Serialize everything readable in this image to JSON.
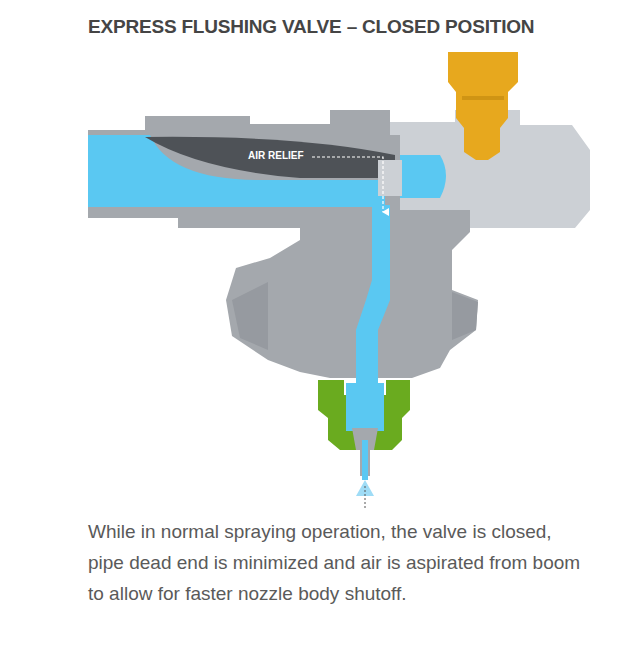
{
  "diagram": {
    "title": "EXPRESS FLUSHING VALVE – CLOSED POSITION",
    "caption": "While in normal spraying operation, the valve is closed, pipe dead end is minimized and air is aspirated from boom to allow for faster nozzle body shutoff.",
    "labels": [
      "AIR RELIEF"
    ]
  }
}
